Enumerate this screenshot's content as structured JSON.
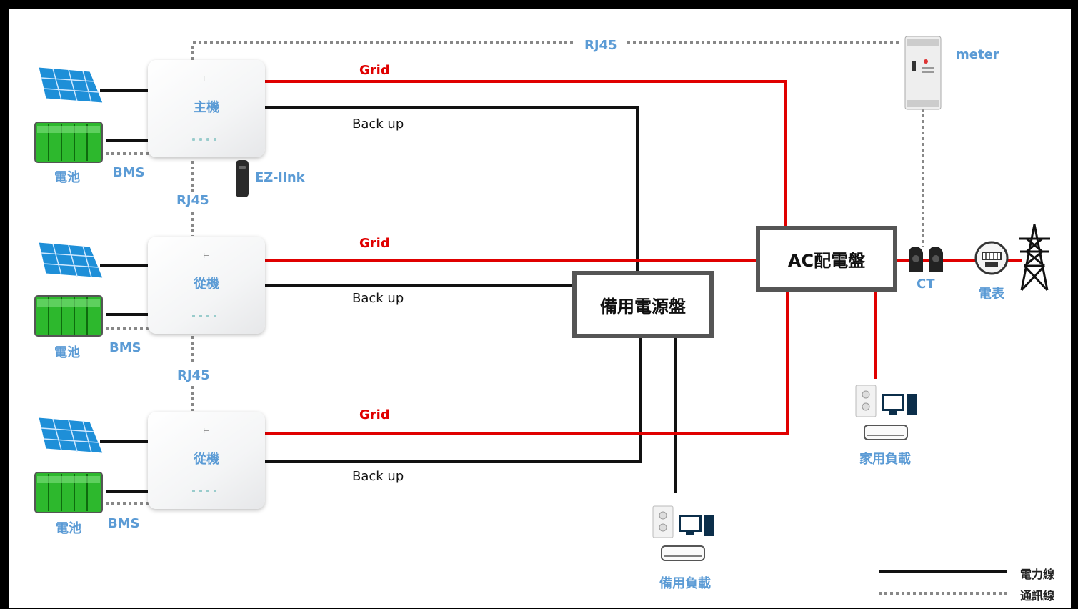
{
  "inverters": [
    {
      "name": "主機",
      "battery_label": "電池",
      "bms_label": "BMS",
      "grid_label": "Grid",
      "backup_label": "Back up"
    },
    {
      "name": "從機",
      "battery_label": "電池",
      "bms_label": "BMS",
      "grid_label": "Grid",
      "backup_label": "Back up"
    },
    {
      "name": "從機",
      "battery_label": "電池",
      "bms_label": "BMS",
      "grid_label": "Grid",
      "backup_label": "Back up"
    }
  ],
  "rj45_top": "RJ45",
  "rj45_links": [
    "RJ45",
    "RJ45"
  ],
  "ezlink": "EZ-link",
  "meter": "meter",
  "ct": "CT",
  "utility_meter": "電表",
  "ac_panel": "AC配電盤",
  "backup_panel": "備用電源盤",
  "home_load": "家用負載",
  "backup_load": "備用負載",
  "legend": {
    "power": "電力線",
    "comm": "通訊線"
  },
  "colors": {
    "power_grid": "#e00000",
    "power_backup": "#111111",
    "comm": "#888888",
    "label_blue": "#5b9bd5"
  }
}
